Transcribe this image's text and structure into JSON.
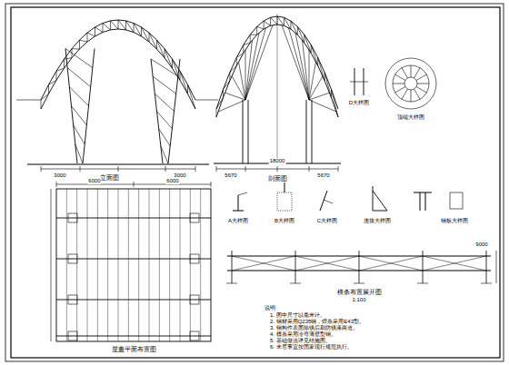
{
  "diagram": {
    "labels": [
      "立面图",
      "剖面图",
      "D大样图",
      "顶端大样图",
      "屋盖平面布置图",
      "A大样图",
      "B大样图",
      "C大样图",
      "连接大样图",
      "钢板大样图",
      "檩条布置展开图",
      "1:100",
      "说明:",
      "1. 图中尺寸以毫米计。",
      "2. 钢材采用Q235钢，焊条采用E43型。",
      "3. 钢构件表面除锈后刷防锈漆两道。",
      "4. 檩条采用冷弯薄壁型钢。",
      "5. 基础做法详见结施图。",
      "6. 未尽事宜按国家现行规范执行。",
      "5670",
      "5670",
      "18000",
      "3000",
      "3000",
      "6000",
      "6000",
      "9000"
    ]
  }
}
